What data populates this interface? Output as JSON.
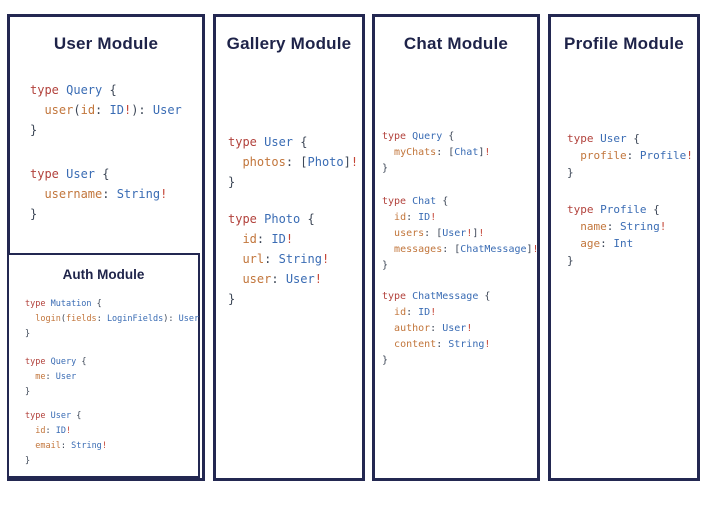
{
  "colors": {
    "background": "#ffffff",
    "panel_border": "#232851",
    "title_text": "#1e2349",
    "keyword": "#b2423c",
    "type_name": "#3a6cb4",
    "field_name": "#c2763c",
    "non_null_bang": "#c44536",
    "punctuation": "#3d4757"
  },
  "modules": [
    {
      "id": "user-module",
      "title": "User Module",
      "blocks": [
        [
          [
            {
              "c": "kw",
              "t": "type "
            },
            {
              "c": "ty",
              "t": "Query "
            },
            {
              "c": "pn",
              "t": "{"
            }
          ],
          [
            {
              "c": "pn",
              "t": "  "
            },
            {
              "c": "fd",
              "t": "user"
            },
            {
              "c": "pn",
              "t": "("
            },
            {
              "c": "fd",
              "t": "id"
            },
            {
              "c": "pn",
              "t": ": "
            },
            {
              "c": "ty",
              "t": "ID"
            },
            {
              "c": "bg",
              "t": "!"
            },
            {
              "c": "pn",
              "t": "): "
            },
            {
              "c": "ty",
              "t": "User"
            }
          ],
          [
            {
              "c": "pn",
              "t": "}"
            }
          ]
        ],
        [
          [
            {
              "c": "kw",
              "t": "type "
            },
            {
              "c": "ty",
              "t": "User "
            },
            {
              "c": "pn",
              "t": "{"
            }
          ],
          [
            {
              "c": "pn",
              "t": "  "
            },
            {
              "c": "fd",
              "t": "username"
            },
            {
              "c": "pn",
              "t": ": "
            },
            {
              "c": "ty",
              "t": "String"
            },
            {
              "c": "bg",
              "t": "!"
            }
          ],
          [
            {
              "c": "pn",
              "t": "}"
            }
          ]
        ]
      ]
    },
    {
      "id": "auth-module",
      "title": "Auth Module",
      "blocks": [
        [
          [
            {
              "c": "kw",
              "t": "type "
            },
            {
              "c": "ty",
              "t": "Mutation "
            },
            {
              "c": "pn",
              "t": "{"
            }
          ],
          [
            {
              "c": "pn",
              "t": "  "
            },
            {
              "c": "fd",
              "t": "login"
            },
            {
              "c": "pn",
              "t": "("
            },
            {
              "c": "fd",
              "t": "fields"
            },
            {
              "c": "pn",
              "t": ": "
            },
            {
              "c": "ty",
              "t": "LoginFields"
            },
            {
              "c": "pn",
              "t": "): "
            },
            {
              "c": "ty",
              "t": "User"
            }
          ],
          [
            {
              "c": "pn",
              "t": "}"
            }
          ]
        ],
        [
          [
            {
              "c": "kw",
              "t": "type "
            },
            {
              "c": "ty",
              "t": "Query "
            },
            {
              "c": "pn",
              "t": "{"
            }
          ],
          [
            {
              "c": "pn",
              "t": "  "
            },
            {
              "c": "fd",
              "t": "me"
            },
            {
              "c": "pn",
              "t": ": "
            },
            {
              "c": "ty",
              "t": "User"
            }
          ],
          [
            {
              "c": "pn",
              "t": "}"
            }
          ]
        ],
        [
          [
            {
              "c": "kw",
              "t": "type "
            },
            {
              "c": "ty",
              "t": "User "
            },
            {
              "c": "pn",
              "t": "{"
            }
          ],
          [
            {
              "c": "pn",
              "t": "  "
            },
            {
              "c": "fd",
              "t": "id"
            },
            {
              "c": "pn",
              "t": ": "
            },
            {
              "c": "ty",
              "t": "ID"
            },
            {
              "c": "bg",
              "t": "!"
            }
          ],
          [
            {
              "c": "pn",
              "t": "  "
            },
            {
              "c": "fd",
              "t": "email"
            },
            {
              "c": "pn",
              "t": ": "
            },
            {
              "c": "ty",
              "t": "String"
            },
            {
              "c": "bg",
              "t": "!"
            }
          ],
          [
            {
              "c": "pn",
              "t": "}"
            }
          ]
        ]
      ]
    },
    {
      "id": "gallery-module",
      "title": "Gallery Module",
      "blocks": [
        [
          [
            {
              "c": "kw",
              "t": "type "
            },
            {
              "c": "ty",
              "t": "User "
            },
            {
              "c": "pn",
              "t": "{"
            }
          ],
          [
            {
              "c": "pn",
              "t": "  "
            },
            {
              "c": "fd",
              "t": "photos"
            },
            {
              "c": "pn",
              "t": ": ["
            },
            {
              "c": "ty",
              "t": "Photo"
            },
            {
              "c": "pn",
              "t": "]"
            },
            {
              "c": "bg",
              "t": "!"
            }
          ],
          [
            {
              "c": "pn",
              "t": "}"
            }
          ]
        ],
        [
          [
            {
              "c": "kw",
              "t": "type "
            },
            {
              "c": "ty",
              "t": "Photo "
            },
            {
              "c": "pn",
              "t": "{"
            }
          ],
          [
            {
              "c": "pn",
              "t": "  "
            },
            {
              "c": "fd",
              "t": "id"
            },
            {
              "c": "pn",
              "t": ": "
            },
            {
              "c": "ty",
              "t": "ID"
            },
            {
              "c": "bg",
              "t": "!"
            }
          ],
          [
            {
              "c": "pn",
              "t": "  "
            },
            {
              "c": "fd",
              "t": "url"
            },
            {
              "c": "pn",
              "t": ": "
            },
            {
              "c": "ty",
              "t": "String"
            },
            {
              "c": "bg",
              "t": "!"
            }
          ],
          [
            {
              "c": "pn",
              "t": "  "
            },
            {
              "c": "fd",
              "t": "user"
            },
            {
              "c": "pn",
              "t": ": "
            },
            {
              "c": "ty",
              "t": "User"
            },
            {
              "c": "bg",
              "t": "!"
            }
          ],
          [
            {
              "c": "pn",
              "t": "}"
            }
          ]
        ]
      ]
    },
    {
      "id": "chat-module",
      "title": "Chat Module",
      "blocks": [
        [
          [
            {
              "c": "kw",
              "t": "type "
            },
            {
              "c": "ty",
              "t": "Query "
            },
            {
              "c": "pn",
              "t": "{"
            }
          ],
          [
            {
              "c": "pn",
              "t": "  "
            },
            {
              "c": "fd",
              "t": "myChats"
            },
            {
              "c": "pn",
              "t": ": ["
            },
            {
              "c": "ty",
              "t": "Chat"
            },
            {
              "c": "pn",
              "t": "]"
            },
            {
              "c": "bg",
              "t": "!"
            }
          ],
          [
            {
              "c": "pn",
              "t": "}"
            }
          ]
        ],
        [
          [
            {
              "c": "kw",
              "t": "type "
            },
            {
              "c": "ty",
              "t": "Chat "
            },
            {
              "c": "pn",
              "t": "{"
            }
          ],
          [
            {
              "c": "pn",
              "t": "  "
            },
            {
              "c": "fd",
              "t": "id"
            },
            {
              "c": "pn",
              "t": ": "
            },
            {
              "c": "ty",
              "t": "ID"
            },
            {
              "c": "bg",
              "t": "!"
            }
          ],
          [
            {
              "c": "pn",
              "t": "  "
            },
            {
              "c": "fd",
              "t": "users"
            },
            {
              "c": "pn",
              "t": ": ["
            },
            {
              "c": "ty",
              "t": "User"
            },
            {
              "c": "bg",
              "t": "!"
            },
            {
              "c": "pn",
              "t": "]"
            },
            {
              "c": "bg",
              "t": "!"
            }
          ],
          [
            {
              "c": "pn",
              "t": "  "
            },
            {
              "c": "fd",
              "t": "messages"
            },
            {
              "c": "pn",
              "t": ": ["
            },
            {
              "c": "ty",
              "t": "ChatMessage"
            },
            {
              "c": "pn",
              "t": "]"
            },
            {
              "c": "bg",
              "t": "!"
            }
          ],
          [
            {
              "c": "pn",
              "t": "}"
            }
          ]
        ],
        [
          [
            {
              "c": "kw",
              "t": "type "
            },
            {
              "c": "ty",
              "t": "ChatMessage "
            },
            {
              "c": "pn",
              "t": "{"
            }
          ],
          [
            {
              "c": "pn",
              "t": "  "
            },
            {
              "c": "fd",
              "t": "id"
            },
            {
              "c": "pn",
              "t": ": "
            },
            {
              "c": "ty",
              "t": "ID"
            },
            {
              "c": "bg",
              "t": "!"
            }
          ],
          [
            {
              "c": "pn",
              "t": "  "
            },
            {
              "c": "fd",
              "t": "author"
            },
            {
              "c": "pn",
              "t": ": "
            },
            {
              "c": "ty",
              "t": "User"
            },
            {
              "c": "bg",
              "t": "!"
            }
          ],
          [
            {
              "c": "pn",
              "t": "  "
            },
            {
              "c": "fd",
              "t": "content"
            },
            {
              "c": "pn",
              "t": ": "
            },
            {
              "c": "ty",
              "t": "String"
            },
            {
              "c": "bg",
              "t": "!"
            }
          ],
          [
            {
              "c": "pn",
              "t": "}"
            }
          ]
        ]
      ]
    },
    {
      "id": "profile-module",
      "title": "Profile Module",
      "blocks": [
        [
          [
            {
              "c": "kw",
              "t": "type "
            },
            {
              "c": "ty",
              "t": "User "
            },
            {
              "c": "pn",
              "t": "{"
            }
          ],
          [
            {
              "c": "pn",
              "t": "  "
            },
            {
              "c": "fd",
              "t": "profile"
            },
            {
              "c": "pn",
              "t": ": "
            },
            {
              "c": "ty",
              "t": "Profile"
            },
            {
              "c": "bg",
              "t": "!"
            }
          ],
          [
            {
              "c": "pn",
              "t": "}"
            }
          ]
        ],
        [
          [
            {
              "c": "kw",
              "t": "type "
            },
            {
              "c": "ty",
              "t": "Profile "
            },
            {
              "c": "pn",
              "t": "{"
            }
          ],
          [
            {
              "c": "pn",
              "t": "  "
            },
            {
              "c": "fd",
              "t": "name"
            },
            {
              "c": "pn",
              "t": ": "
            },
            {
              "c": "ty",
              "t": "String"
            },
            {
              "c": "bg",
              "t": "!"
            }
          ],
          [
            {
              "c": "pn",
              "t": "  "
            },
            {
              "c": "fd",
              "t": "age"
            },
            {
              "c": "pn",
              "t": ": "
            },
            {
              "c": "ty",
              "t": "Int"
            }
          ],
          [
            {
              "c": "pn",
              "t": "}"
            }
          ]
        ]
      ]
    }
  ]
}
